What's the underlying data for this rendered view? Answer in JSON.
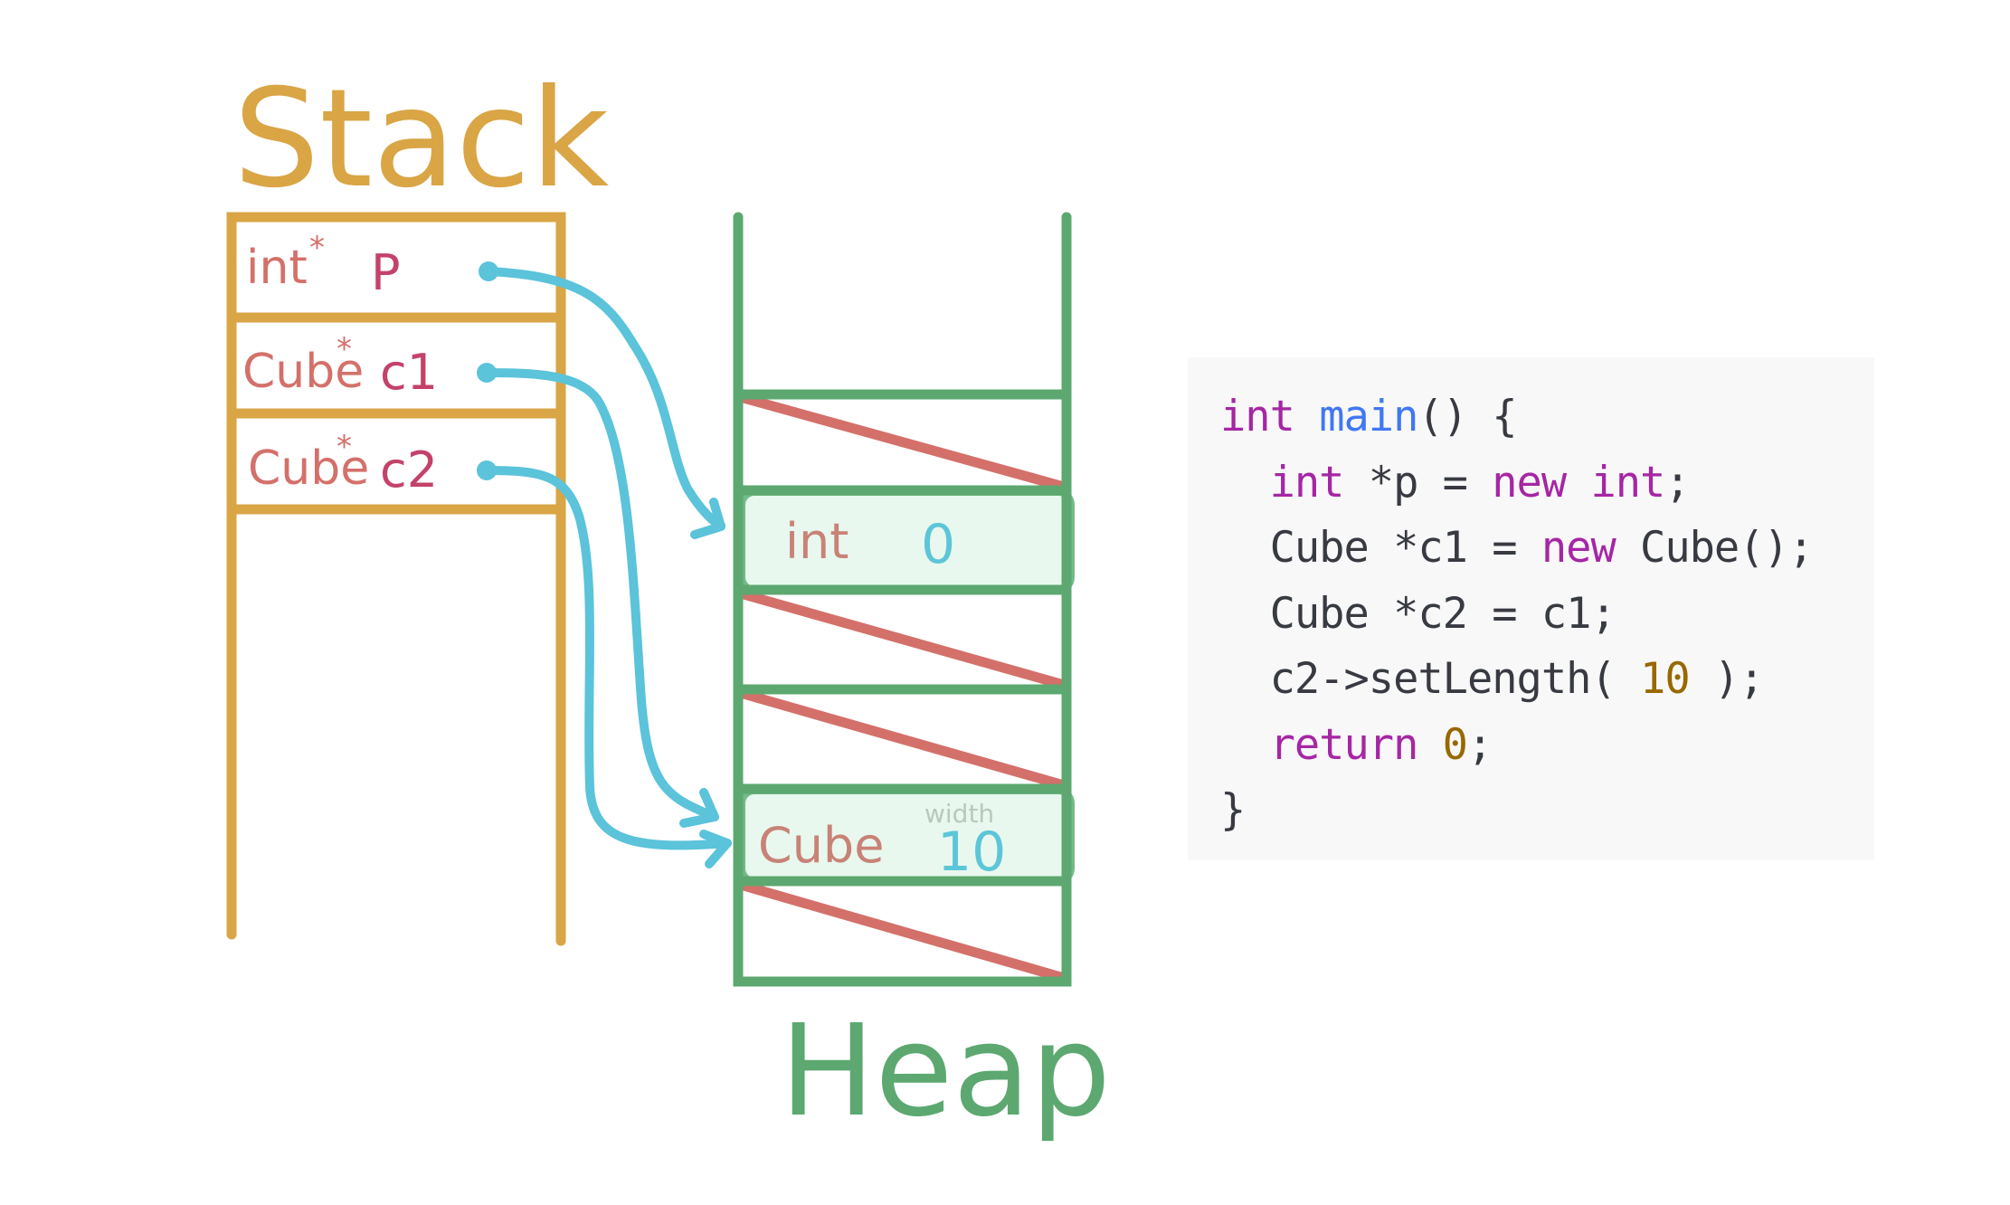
{
  "stack": {
    "title": "Stack",
    "frames": [
      {
        "type": "int",
        "pointer_mark": "*",
        "name": "P"
      },
      {
        "type": "Cube",
        "pointer_mark": "*",
        "name": "c1"
      },
      {
        "type": "Cube",
        "pointer_mark": "*",
        "name": "c2"
      }
    ]
  },
  "heap": {
    "title": "Heap",
    "blocks": [
      {
        "state": "free"
      },
      {
        "state": "free"
      },
      {
        "state": "allocated",
        "type": "int",
        "value": "0"
      },
      {
        "state": "free"
      },
      {
        "state": "free"
      },
      {
        "state": "allocated",
        "type": "Cube",
        "field_name": "width",
        "value": "10"
      },
      {
        "state": "free"
      }
    ]
  },
  "pointers": [
    {
      "from": "P",
      "to": "int"
    },
    {
      "from": "c1",
      "to": "Cube"
    },
    {
      "from": "c2",
      "to": "Cube"
    }
  ],
  "code": {
    "lines": [
      [
        {
          "t": "int",
          "k": "kw"
        },
        {
          "t": " ",
          "k": "plain"
        },
        {
          "t": "main",
          "k": "fn"
        },
        {
          "t": "() {",
          "k": "plain"
        }
      ],
      [
        {
          "t": "  ",
          "k": "plain"
        },
        {
          "t": "int",
          "k": "kw"
        },
        {
          "t": " *p = ",
          "k": "plain"
        },
        {
          "t": "new",
          "k": "kw"
        },
        {
          "t": " ",
          "k": "plain"
        },
        {
          "t": "int",
          "k": "kw"
        },
        {
          "t": ";",
          "k": "plain"
        }
      ],
      [
        {
          "t": "  Cube *c1 = ",
          "k": "plain"
        },
        {
          "t": "new",
          "k": "kw"
        },
        {
          "t": " Cube();",
          "k": "plain"
        }
      ],
      [
        {
          "t": "  Cube *c2 = c1;",
          "k": "plain"
        }
      ],
      [
        {
          "t": "  c2->setLength( ",
          "k": "plain"
        },
        {
          "t": "10",
          "k": "num"
        },
        {
          "t": " );",
          "k": "plain"
        }
      ],
      [
        {
          "t": "  ",
          "k": "plain"
        },
        {
          "t": "return",
          "k": "kw"
        },
        {
          "t": " ",
          "k": "plain"
        },
        {
          "t": "0",
          "k": "num"
        },
        {
          "t": ";",
          "k": "plain"
        }
      ],
      [
        {
          "t": "}",
          "k": "plain"
        }
      ]
    ]
  },
  "colors": {
    "stack": "#d9a545",
    "heap": "#5ca870",
    "free_slash": "#d4706a",
    "pointer_arrow": "#5bc3da",
    "allocated_fill": "#e8f8ee",
    "type_label": "#d4706a",
    "var_label": "#c4426a",
    "code_keyword": "#a626a4",
    "code_function": "#4078f2",
    "code_number": "#986801",
    "code_text": "#383a42",
    "code_background": "#f8f8f8"
  }
}
